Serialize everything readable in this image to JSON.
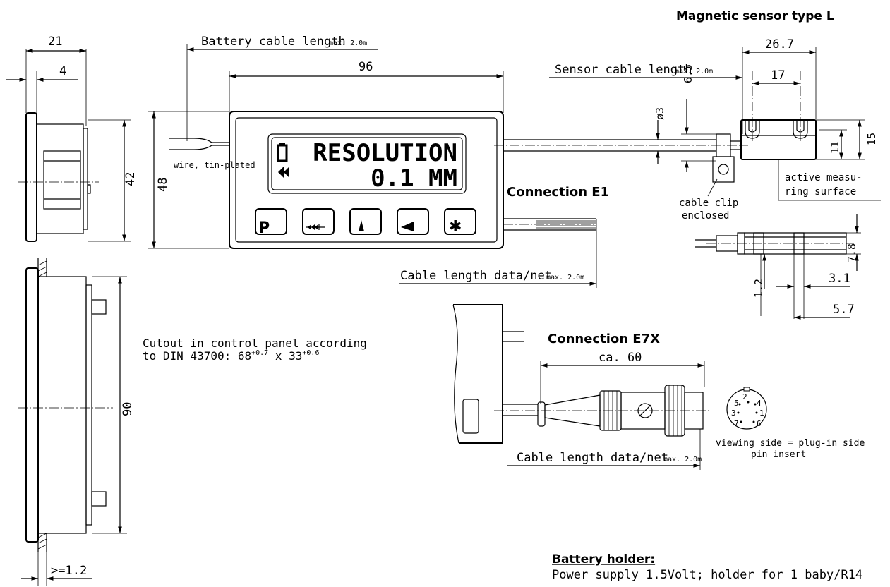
{
  "title": "Magnetic sensor type L",
  "side_view": {
    "dim_depth": "21",
    "dim_front": "4",
    "dim_height": "42"
  },
  "lower_side_view": {
    "dim_height": "90",
    "dim_panel": ">=1.2"
  },
  "front_view": {
    "dim_width": "96",
    "dim_height": "48",
    "battery_cable_label": "Battery cable length",
    "battery_cable_max": "max. 2.0m",
    "wire_label": "wire, tin-plated",
    "lcd_line1": "RESOLUTION",
    "lcd_line2": "0.1 MM",
    "keys": [
      "P",
      "◂◂◂",
      "▲",
      "◀",
      "✱"
    ]
  },
  "sensor_cable": {
    "label": "Sensor cable length",
    "max": "max. 2.0m",
    "dim_dia": "ø3",
    "dim_65": "6.5"
  },
  "sensor": {
    "dim_width": "26.7",
    "dim_slot": "17",
    "dim_11": "11",
    "dim_15": "15",
    "active_surface_1": "active measu-",
    "active_surface_2": "ring surface",
    "clip_1": "cable clip",
    "clip_2": "enclosed"
  },
  "sensor_side": {
    "dim_78": "7.8",
    "dim_31": "3.1",
    "dim_12": "1.2",
    "dim_57": "5.7"
  },
  "connection_e1": {
    "label": "Connection E1",
    "cable_label": "Cable length data/net",
    "cable_max": "max. 2.0m"
  },
  "cutout": {
    "line1": "Cutout in control panel according",
    "line2_prefix": "to DIN 43700: 68",
    "sup1": "+0.7",
    "mid": " x 33",
    "sup2": "+0.6"
  },
  "connection_e7x": {
    "label": "Connection E7X",
    "dim_length": "ca. 60",
    "cable_label": "Cable length data/net",
    "cable_max": "max. 2.0m",
    "viewing_1": "viewing side = plug-in side",
    "viewing_2": "pin insert",
    "pins": [
      "2",
      "5",
      "4",
      "3",
      "1",
      "7",
      "6"
    ]
  },
  "battery": {
    "heading": "Battery holder:",
    "text": "Power supply 1.5Volt; holder for 1 baby/R14"
  }
}
